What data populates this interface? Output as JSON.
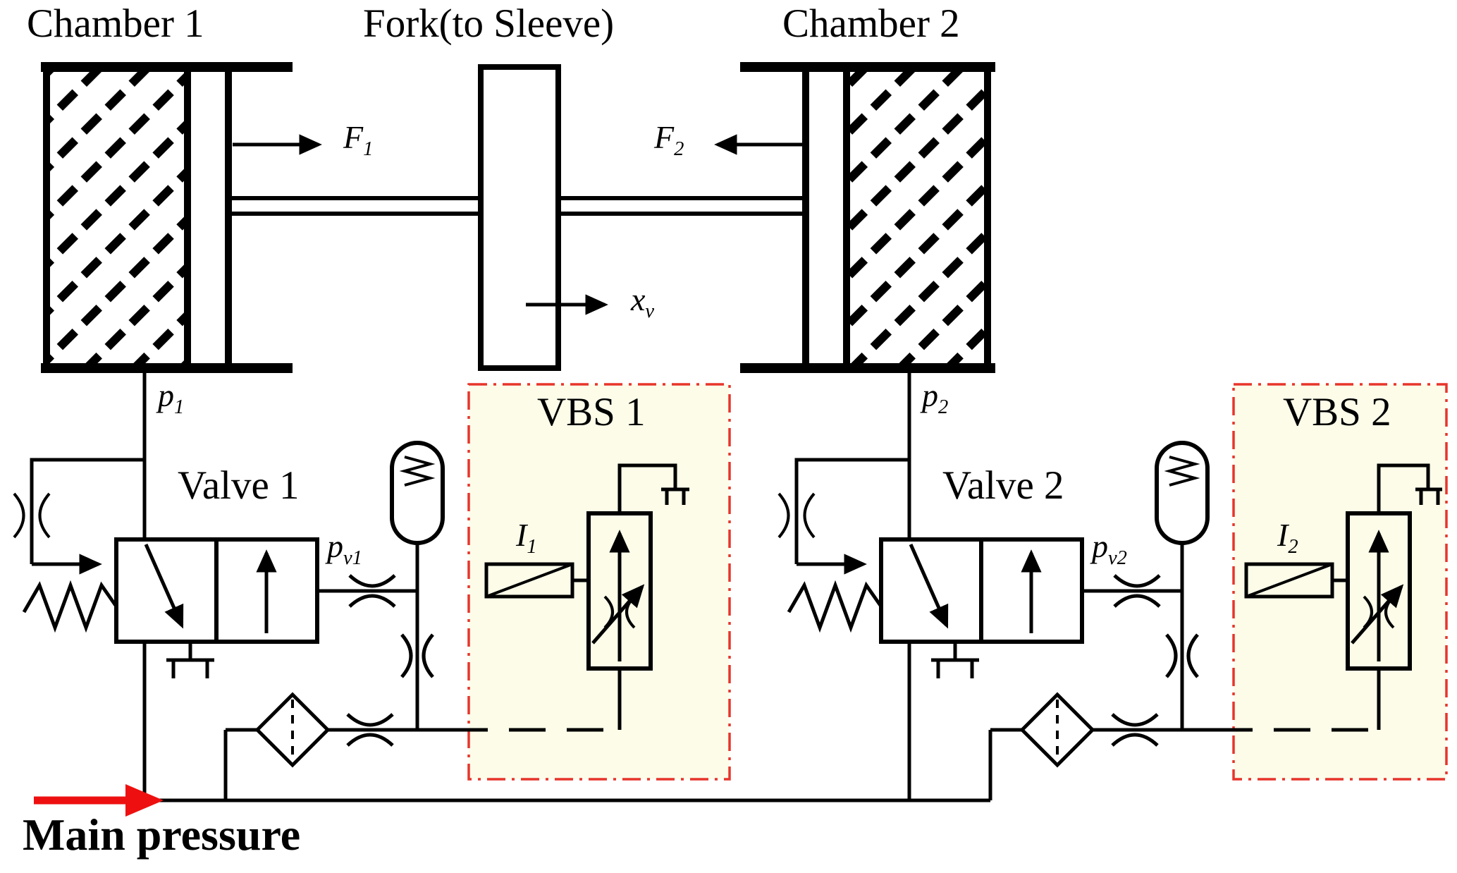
{
  "colors": {
    "line": "#000000",
    "vbs_border": "#e7352b",
    "vbs_fill": "#fcfce9",
    "main_arrow": "#ee1010"
  },
  "headers": {
    "chamber1": "Chamber 1",
    "fork": "Fork(to Sleeve)",
    "chamber2": "Chamber 2",
    "valve1": "Valve 1",
    "valve2": "Valve 2",
    "vbs1": "VBS 1",
    "vbs2": "VBS 2",
    "main_pressure": "Main pressure"
  },
  "math": {
    "f1": {
      "base": "F",
      "sub": "1"
    },
    "f2": {
      "base": "F",
      "sub": "2"
    },
    "xv": {
      "base": "x",
      "sub": "v"
    },
    "p1": {
      "base": "p",
      "sub": "1"
    },
    "p2": {
      "base": "p",
      "sub": "2"
    },
    "pv1": {
      "base": "p",
      "sub": "v1"
    },
    "pv2": {
      "base": "p",
      "sub": "v2"
    },
    "i1": {
      "base": "I",
      "sub": "1"
    },
    "i2": {
      "base": "I",
      "sub": "2"
    }
  }
}
